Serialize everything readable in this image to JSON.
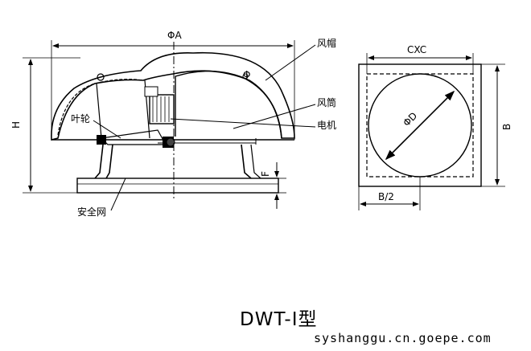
{
  "labels": {
    "cap": "风帽",
    "duct": "风筒",
    "motor": "电机",
    "impeller": "叶轮",
    "safety_net": "安全网"
  },
  "dimensions": {
    "phi_a": "ΦA",
    "h": "H",
    "f": "F",
    "phi": "Φ",
    "cxc": "CXC",
    "phi_d": "ΦD",
    "b": "B",
    "b_half": "B/2"
  },
  "model": "DWT-I型",
  "footer": "syshanggu.cn.goepe.com"
}
